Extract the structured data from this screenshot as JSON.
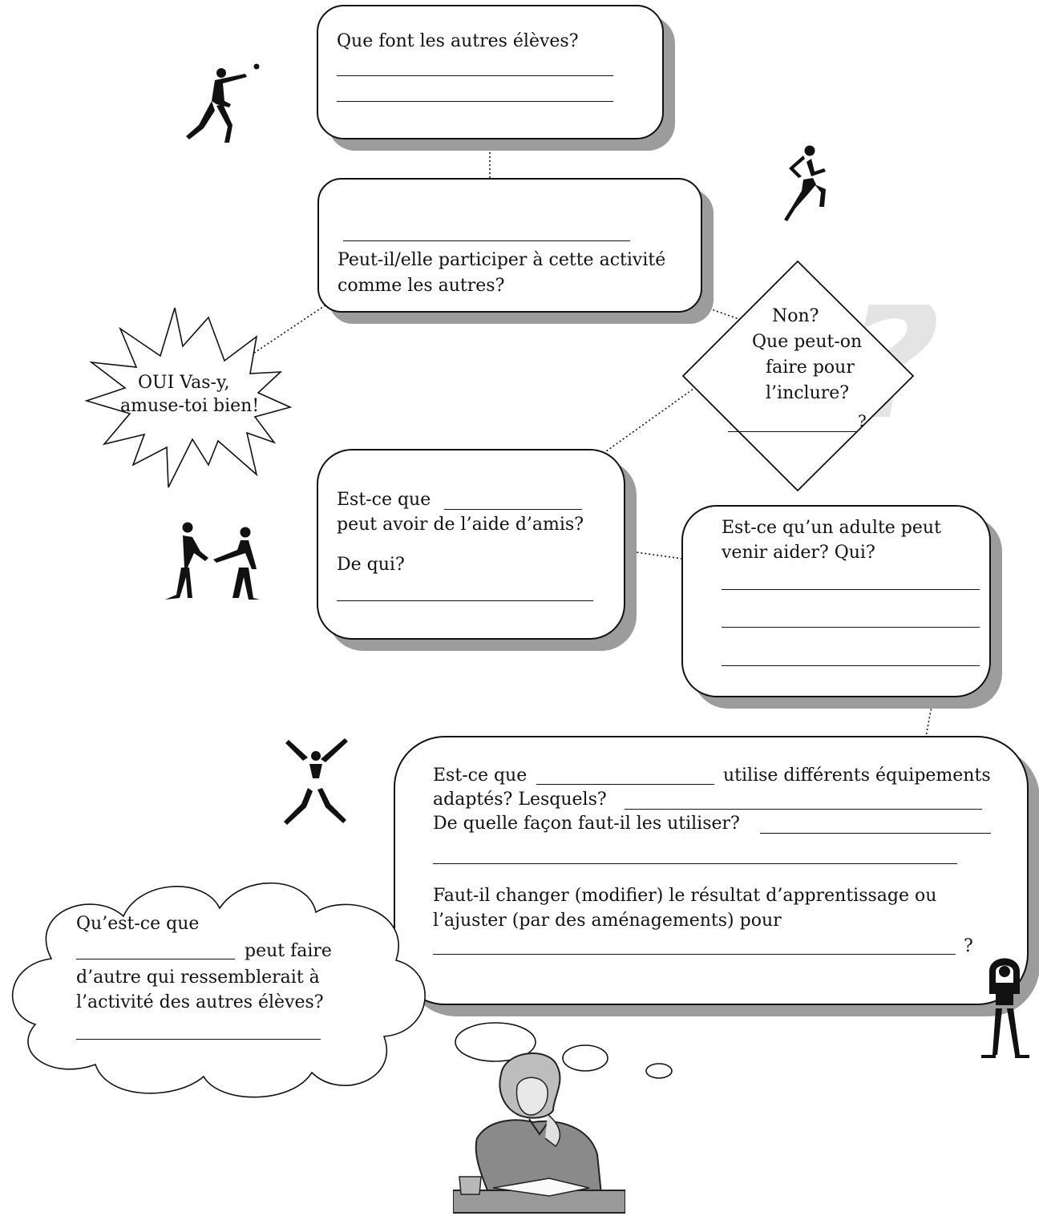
{
  "box1": {
    "question": "Que font les autres élèves?"
  },
  "box2": {
    "line1": "Peut-il/elle participer à cette activité",
    "line2": "comme les autres?"
  },
  "burst": {
    "line1": "OUI  Vas-y,",
    "line2": "amuse-toi bien!"
  },
  "diamond": {
    "line1": "Non?",
    "line2": "Que peut-on",
    "line3": "faire pour",
    "line4": "l’inclure?",
    "qmark": "?"
  },
  "box3": {
    "line1": "Est-ce que",
    "line2": "peut avoir de l’aide d’amis?",
    "line3": "De qui?"
  },
  "box4": {
    "line1": "Est-ce qu’un adulte peut",
    "line2": "venir aider? Qui?"
  },
  "box5": {
    "line1a": "Est-ce que",
    "line1b": "utilise différents équipements",
    "line2": "adaptés? Lesquels?",
    "line3": "De quelle façon faut-il les utiliser?",
    "line4": "Faut-il changer (modifier) le résultat d’apprentissage ou",
    "line5": "l’ajuster (par des aménagements) pour",
    "qmark": "?"
  },
  "cloud": {
    "line1": "Qu’est-ce que",
    "line2": "peut faire",
    "line3": "d’autre qui ressemblerait à",
    "line4": "l’activité des autres élèves?"
  },
  "icons": [
    "pitcher-figure-icon",
    "runner-figure-icon",
    "handshake-figures-icon",
    "jumping-figure-icon",
    "standing-figure-icon",
    "thinking-woman-icon",
    "question-mark-watermark-icon"
  ]
}
